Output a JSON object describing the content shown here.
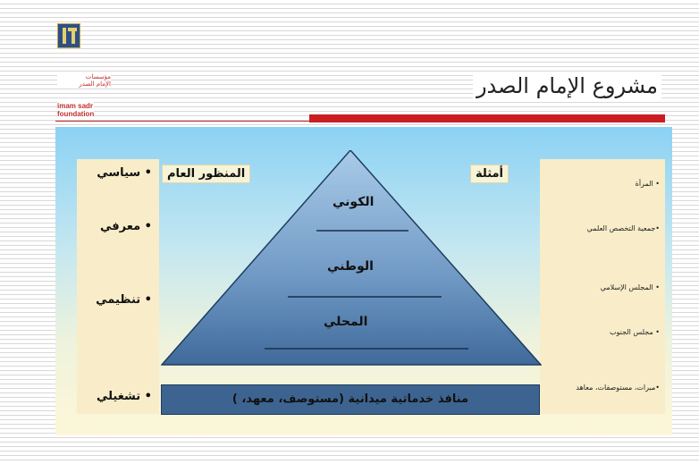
{
  "title": "مشروع الإمام الصدر",
  "org": {
    "name_ar_line1": "مؤسسات",
    "name_ar_line2": "الإمام الصدر",
    "name_en_line1": "imam sadr",
    "name_en_line2": "foundation"
  },
  "headers": {
    "general_perspective": "المنظور العام",
    "examples": "أمثلة"
  },
  "left_labels": [
    "• سياسي",
    "• معرفي",
    "• تنظيمي",
    "• تشغيلي"
  ],
  "pyramid_levels": [
    "الكوني",
    "الوطني",
    "المحلي"
  ],
  "base_label": "منافذ خدماتية ميدانية (مستوصف، معهد، )",
  "right_examples": [
    "• المرأة",
    "•جمعية التخصص العلمي",
    "• المجلس الإسلامي",
    "• مجلس الجنوب",
    "•مبرات، مستوصفات، معاهد"
  ],
  "colors": {
    "accent_red": "#c81e24",
    "pyramid_top": "#a9cbe8",
    "pyramid_bottom": "#3f6a9a",
    "base_bar": "#3d6490"
  }
}
